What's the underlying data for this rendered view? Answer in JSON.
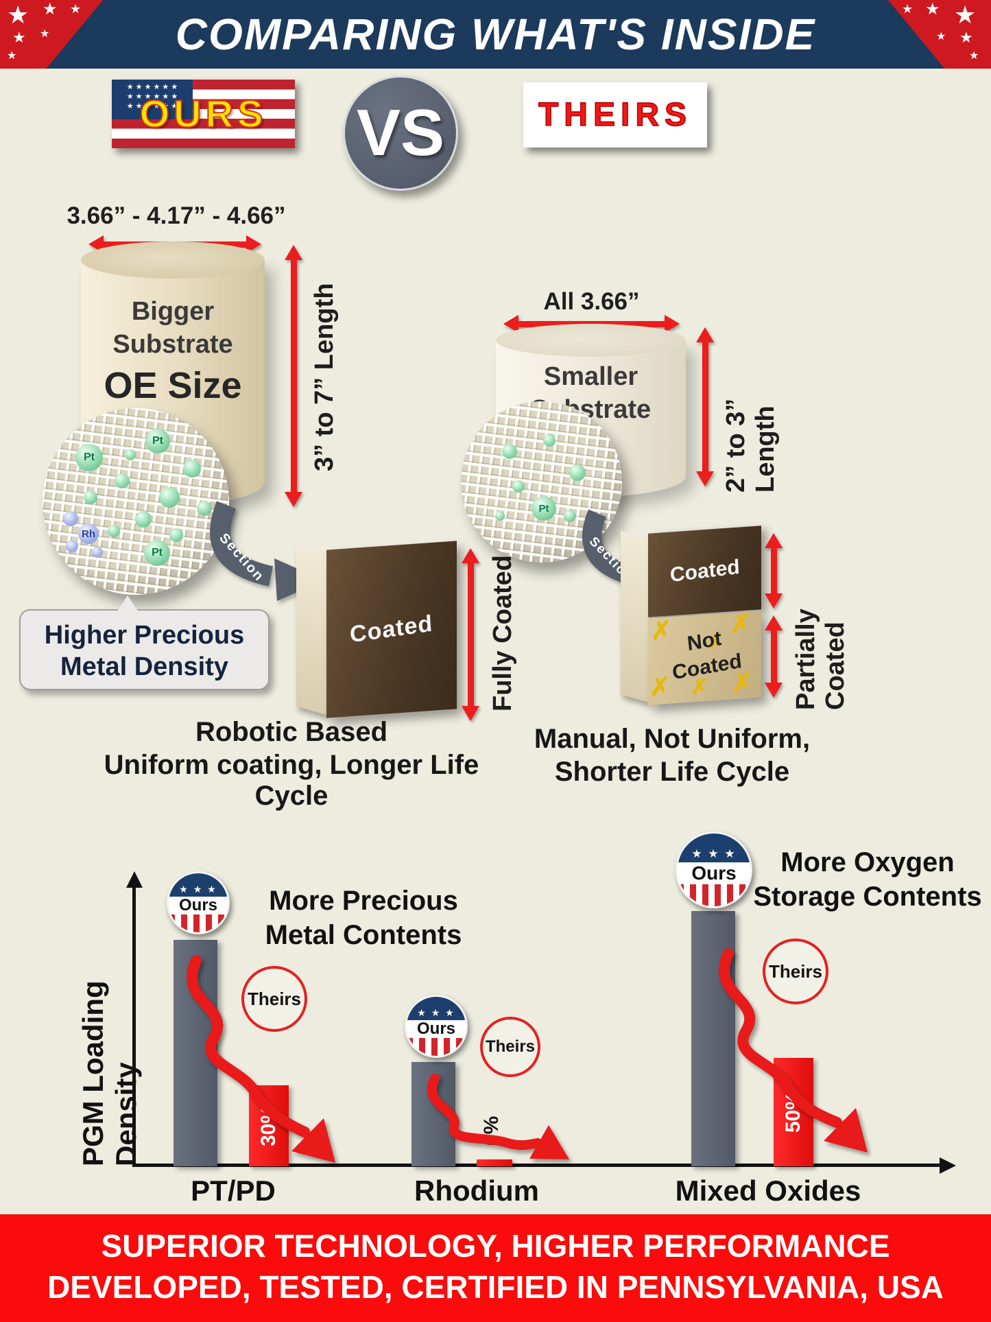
{
  "colors": {
    "background": "#edecdf",
    "header_bg": "#1b3a5c",
    "accent_red": "#ec1d1d",
    "footer_bg": "#fb0b0b",
    "bar_gray": "#596070",
    "bar_red": "#f61313",
    "coated_brown": "#4a3724",
    "substrate_beige": "#e9dfc6"
  },
  "icons": {
    "star": "★",
    "badge_stars": "★ ★ ★",
    "flag_star_row": "★ ★ ★ ★ ★ ★",
    "x_mark": "✗"
  },
  "header": {
    "title": "COMPARING WHAT'S INSIDE"
  },
  "comparison": {
    "ours_label": "OURS",
    "vs_label": "VS",
    "theirs_label": "THEIRS"
  },
  "ours": {
    "diameter_label": "3.66” - 4.17” - 4.66”",
    "substrate_lines": [
      "Bigger",
      "Substrate"
    ],
    "oe_size": "OE Size",
    "length_label": "3” to 7” Length",
    "callout": [
      "Higher Precious",
      "Metal Density"
    ],
    "section_label": "Section",
    "coated_label": "Coated",
    "coating_side_label": "Fully Coated",
    "caption": [
      "Robotic  Based",
      "Uniform coating, Longer Life Cycle"
    ],
    "pt_label": "Pt",
    "rh_label": "Rh"
  },
  "theirs": {
    "diameter_label": "All 3.66”",
    "substrate_lines": [
      "Smaller",
      "Substrate"
    ],
    "length_label": "2” to 3” Length",
    "section_label": "Section",
    "coated_label": "Coated",
    "not_coated_label": "Not Coated",
    "coating_side_label": "Partially Coated",
    "caption": [
      "Manual, Not Uniform,",
      "Shorter Life Cycle"
    ],
    "pt_label": "Pt"
  },
  "chart": {
    "y_axis_label": "PGM Loading Density",
    "annotations": {
      "precious": [
        "More Precious",
        "Metal Contents"
      ],
      "oxygen": [
        "More Oxygen",
        "Storage Contents"
      ]
    },
    "ours_badge": "Ours",
    "theirs_badge": "Theirs",
    "categories": [
      "PT/PD",
      "Rhodium",
      "Mixed Oxides"
    ],
    "theirs_values": [
      "30%",
      "0%",
      "50%"
    ]
  },
  "chart_data": {
    "type": "bar",
    "categories": [
      "PT/PD",
      "Rhodium",
      "Mixed Oxides"
    ],
    "series": [
      {
        "name": "Ours",
        "values": [
          100,
          46,
          112
        ],
        "color": "#596070"
      },
      {
        "name": "Theirs",
        "values": [
          30,
          0,
          50
        ],
        "color": "#f61313",
        "data_labels": [
          "30%",
          "0%",
          "50%"
        ]
      }
    ],
    "ylabel": "PGM Loading Density",
    "xlabel": "",
    "legend_position": "badges-above-bars",
    "grid": false,
    "annotations": [
      "More Precious Metal Contents",
      "More Oxygen Storage Contents"
    ]
  },
  "footer": {
    "line1": "SUPERIOR TECHNOLOGY, HIGHER PERFORMANCE",
    "line2": "DEVELOPED, TESTED, CERTIFIED IN PENNSYLVANIA, USA"
  }
}
